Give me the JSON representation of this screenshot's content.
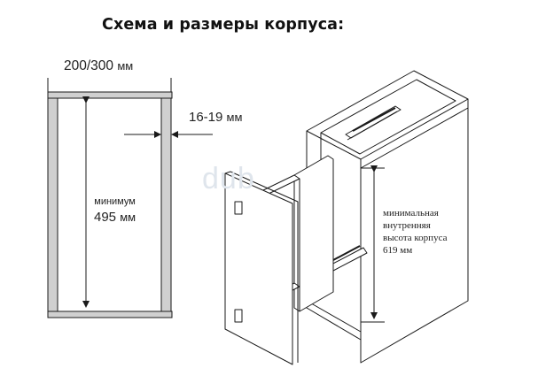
{
  "title": "Схема и размеры корпуса:",
  "left_scheme": {
    "width_value": "200/300",
    "width_unit": "мм",
    "wall_value": "16-19",
    "wall_unit": "мм",
    "min_word": "минимум",
    "min_value": "495",
    "min_unit": "мм"
  },
  "right_scheme": {
    "lines": [
      "минимальная",
      "внутренняя",
      "высота корпуса",
      "619 мм"
    ]
  },
  "watermark": "dub",
  "colors": {
    "panel_fill": "#d0d0d0",
    "line": "#1a1a1a",
    "watermark": "#dfe5ec"
  }
}
